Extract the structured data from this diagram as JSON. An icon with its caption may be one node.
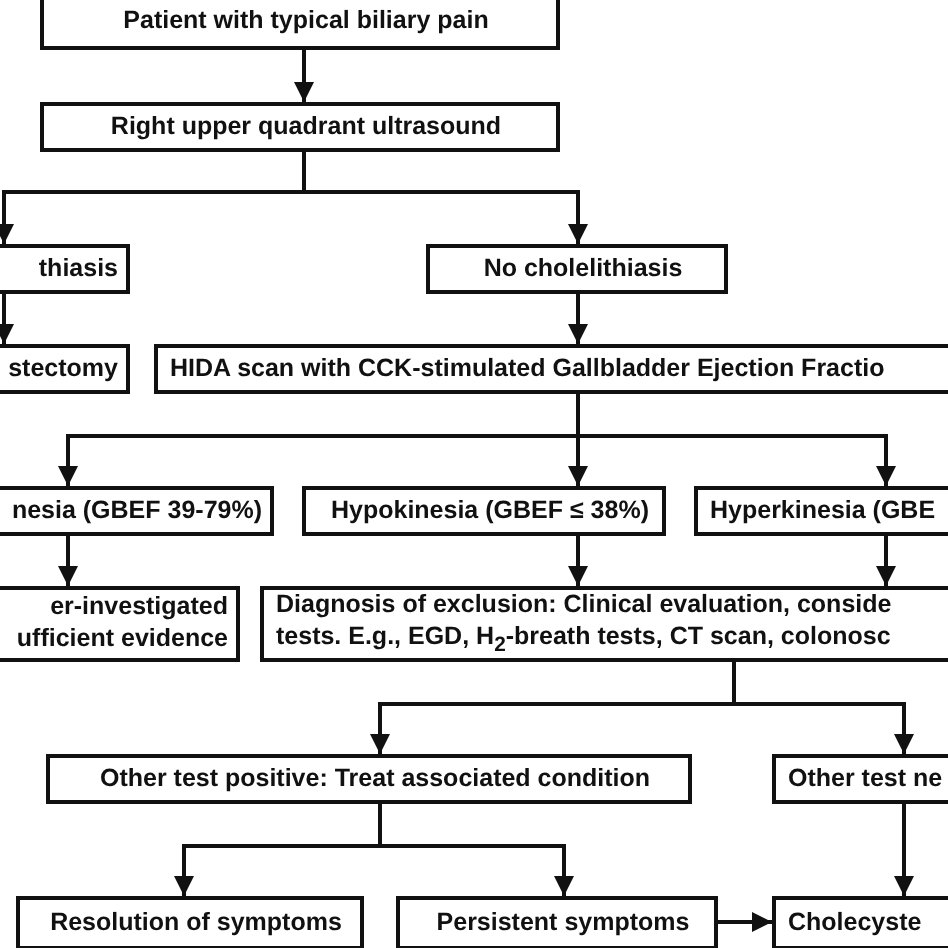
{
  "diagram": {
    "nodes": [
      {
        "text": [
          "Patient with typical biliary pain"
        ]
      },
      {
        "text": [
          "Right upper quadrant ultrasound"
        ]
      },
      {
        "text": [
          "thiasis"
        ]
      },
      {
        "text": [
          "No cholelithiasis"
        ]
      },
      {
        "text": [
          "stectomy"
        ]
      },
      {
        "text": [
          "HIDA scan with CCK-stimulated Gallbladder Ejection Fractio"
        ]
      },
      {
        "text": [
          "nesia (GBEF 39-79%)"
        ]
      },
      {
        "text": [
          "Hypokinesia (GBEF ≤ 38%)"
        ]
      },
      {
        "text": [
          "Hyperkinesia (GBE"
        ]
      },
      {
        "text": [
          "er-investigated ufficient evidence"
        ]
      },
      {
        "text": [
          "Diagnosis of exclusion: Clinical evaluation, conside tests. E.g., EGD, H$_{2}$-breath tests, CT scan, colonosc"
        ]
      },
      {
        "text": [
          "Other test positive: Treat associated condition"
        ]
      },
      {
        "text": [
          "Other test ne"
        ]
      },
      {
        "text": [
          "Resolution of symptoms"
        ]
      },
      {
        "text": [
          "Persistent symptoms"
        ]
      },
      {
        "text": [
          "Cholecyste"
        ]
      }
    ],
    "edges": [
      {
        "from": 0,
        "to": 1,
        "arrow": "to"
      },
      {
        "from": 1,
        "to": 2,
        "arrow": "to"
      },
      {
        "from": 1,
        "to": 3,
        "arrow": "to"
      },
      {
        "from": 2,
        "to": 4,
        "arrow": "to"
      },
      {
        "from": 3,
        "to": 5,
        "arrow": "to"
      },
      {
        "from": 5,
        "to": 6,
        "arrow": "to"
      },
      {
        "from": 5,
        "to": 7,
        "arrow": "to"
      },
      {
        "from": 5,
        "to": 8,
        "arrow": "to"
      },
      {
        "from": 6,
        "to": 9,
        "arrow": "to"
      },
      {
        "from": 7,
        "to": 10,
        "arrow": "to"
      },
      {
        "from": 8,
        "to": 10,
        "arrow": "to"
      },
      {
        "from": 10,
        "to": 11,
        "arrow": "to"
      },
      {
        "from": 10,
        "to": 12,
        "arrow": "to"
      },
      {
        "from": 11,
        "to": 13,
        "arrow": "to"
      },
      {
        "from": 11,
        "to": 14,
        "arrow": "to"
      },
      {
        "from": 14,
        "to": 15,
        "arrow": "to"
      },
      {
        "from": 12,
        "to": 15,
        "arrow": "to"
      }
    ]
  }
}
